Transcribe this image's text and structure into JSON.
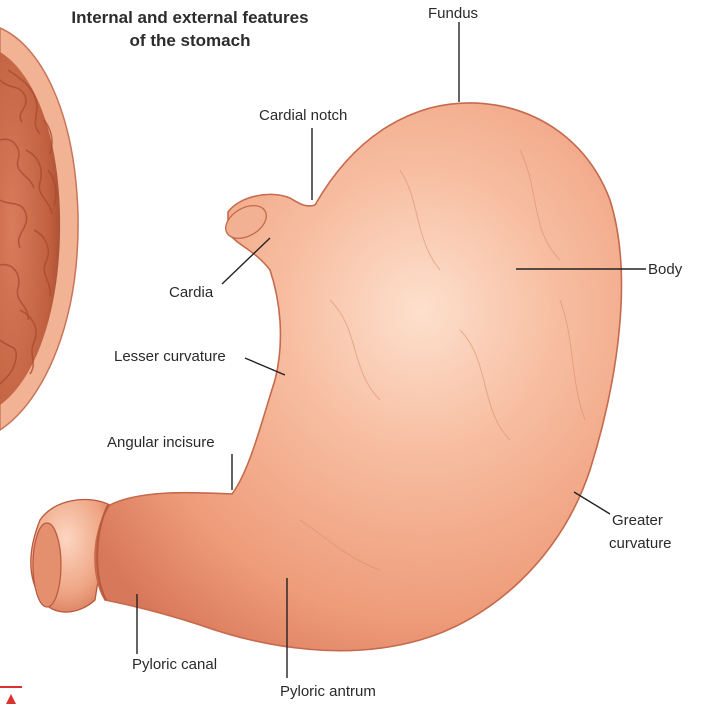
{
  "title": {
    "line1": "Internal and external features",
    "line2": "of the stomach"
  },
  "labels": {
    "fundus": "Fundus",
    "cardial_notch": "Cardial notch",
    "body": "Body",
    "cardia": "Cardia",
    "lesser_curvature": "Lesser curvature",
    "angular_incisure": "Angular incisure",
    "greater_curvature_line1": "Greater",
    "greater_curvature_line2": "curvature",
    "pyloric_canal": "Pyloric canal",
    "pyloric_antrum": "Pyloric antrum"
  },
  "colors": {
    "stomach_base": "#efa07f",
    "stomach_highlight": "#fde0cd",
    "stomach_shadow": "#c9674a",
    "inner_wall": "#c0603f",
    "rugae": "#a84a2f",
    "leader_line": "#222222",
    "corner_mark": "#d93030"
  }
}
